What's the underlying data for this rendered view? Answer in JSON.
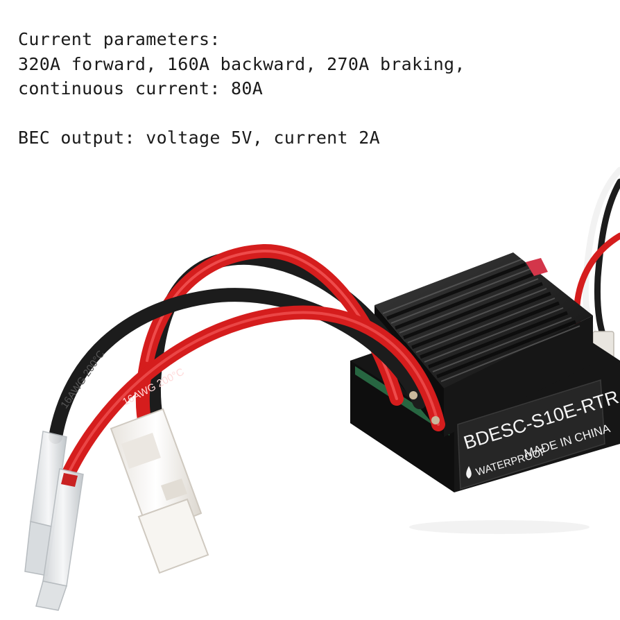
{
  "caption": {
    "lines": [
      "Current parameters:",
      "320A forward, 160A backward, 270A braking,",
      "continuous current: 80A",
      "",
      "BEC output: voltage 5V, current 2A"
    ]
  },
  "product": {
    "model": "BDESC-S10E-RTR",
    "waterproof": "WATERPROOF",
    "origin": "MADE IN CHINA",
    "wire_gauge_red": "16AWG 200°C",
    "wire_gauge_black": "16AWG 200°C"
  },
  "colors": {
    "background": "#ffffff",
    "text": "#1a1a1a",
    "red_wire": "#d51d1d",
    "black_wire": "#1c1c1c",
    "heatsink": "#1e1e1e",
    "label_plate": "#2a2a2a",
    "connector": "#f3f0ec"
  }
}
